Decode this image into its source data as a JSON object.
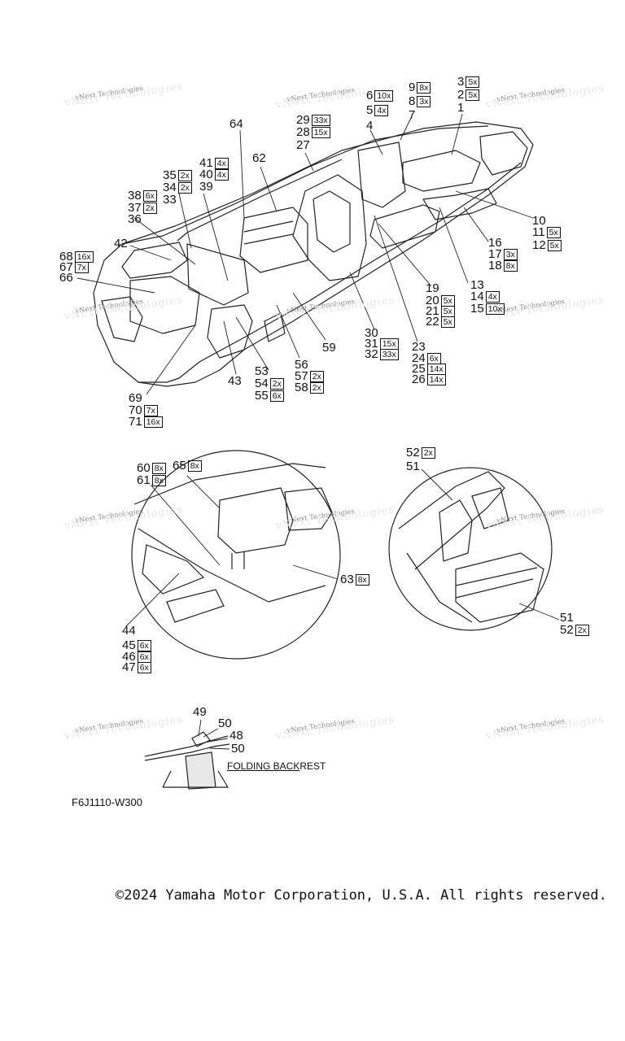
{
  "diagram_code": "F6J1110-W300",
  "folding_label": {
    "underlined": "FOLDING BACK",
    "rest": "REST"
  },
  "copyright": "©2024 Yamaha Motor Corporation, U.S.A. All rights reserved.",
  "watermark_text": "vNext Technologies",
  "callouts": [
    {
      "num": "9",
      "qty": "8x"
    },
    {
      "num": "8",
      "qty": "3x"
    },
    {
      "num": "7",
      "qty": ""
    },
    {
      "num": "6",
      "qty": "10x"
    },
    {
      "num": "5",
      "qty": "4x"
    },
    {
      "num": "4",
      "qty": ""
    },
    {
      "num": "3",
      "qty": "5x"
    },
    {
      "num": "2",
      "qty": "5x"
    },
    {
      "num": "1",
      "qty": ""
    },
    {
      "num": "29",
      "qty": "33x"
    },
    {
      "num": "28",
      "qty": "15x"
    },
    {
      "num": "27",
      "qty": ""
    },
    {
      "num": "64",
      "qty": ""
    },
    {
      "num": "62",
      "qty": ""
    },
    {
      "num": "41",
      "qty": "4x"
    },
    {
      "num": "40",
      "qty": "4x"
    },
    {
      "num": "39",
      "qty": ""
    },
    {
      "num": "35",
      "qty": "2x"
    },
    {
      "num": "34",
      "qty": "2x"
    },
    {
      "num": "33",
      "qty": ""
    },
    {
      "num": "38",
      "qty": "6x"
    },
    {
      "num": "37",
      "qty": "2x"
    },
    {
      "num": "36",
      "qty": ""
    },
    {
      "num": "42",
      "qty": ""
    },
    {
      "num": "68",
      "qty": "16x"
    },
    {
      "num": "67",
      "qty": "7x"
    },
    {
      "num": "66",
      "qty": ""
    },
    {
      "num": "10",
      "qty": ""
    },
    {
      "num": "11",
      "qty": "5x"
    },
    {
      "num": "12",
      "qty": "5x"
    },
    {
      "num": "16",
      "qty": ""
    },
    {
      "num": "17",
      "qty": "3x"
    },
    {
      "num": "18",
      "qty": "8x"
    },
    {
      "num": "13",
      "qty": ""
    },
    {
      "num": "14",
      "qty": "4x"
    },
    {
      "num": "15",
      "qty": "10x"
    },
    {
      "num": "19",
      "qty": ""
    },
    {
      "num": "20",
      "qty": "5x"
    },
    {
      "num": "21",
      "qty": "5x"
    },
    {
      "num": "22",
      "qty": "5x"
    },
    {
      "num": "30",
      "qty": ""
    },
    {
      "num": "31",
      "qty": "15x"
    },
    {
      "num": "32",
      "qty": "33x"
    },
    {
      "num": "23",
      "qty": ""
    },
    {
      "num": "24",
      "qty": "6x"
    },
    {
      "num": "25",
      "qty": "14x"
    },
    {
      "num": "26",
      "qty": "14x"
    },
    {
      "num": "59",
      "qty": ""
    },
    {
      "num": "56",
      "qty": ""
    },
    {
      "num": "57",
      "qty": "2x"
    },
    {
      "num": "58",
      "qty": "2x"
    },
    {
      "num": "53",
      "qty": ""
    },
    {
      "num": "54",
      "qty": "2x"
    },
    {
      "num": "55",
      "qty": "6x"
    },
    {
      "num": "43",
      "qty": ""
    },
    {
      "num": "69",
      "qty": ""
    },
    {
      "num": "70",
      "qty": "7x"
    },
    {
      "num": "71",
      "qty": "16x"
    },
    {
      "num": "60",
      "qty": "8x"
    },
    {
      "num": "61",
      "qty": "8x"
    },
    {
      "num": "65",
      "qty": "8x"
    },
    {
      "num": "63",
      "qty": "8x"
    },
    {
      "num": "44",
      "qty": ""
    },
    {
      "num": "45",
      "qty": "6x"
    },
    {
      "num": "46",
      "qty": "6x"
    },
    {
      "num": "47",
      "qty": "6x"
    },
    {
      "num": "52",
      "qty": "2x"
    },
    {
      "num": "51",
      "qty": ""
    },
    {
      "num": "51",
      "qty": ""
    },
    {
      "num": "52",
      "qty": "2x"
    },
    {
      "num": "49",
      "qty": ""
    },
    {
      "num": "50",
      "qty": ""
    },
    {
      "num": "48",
      "qty": ""
    },
    {
      "num": "50",
      "qty": ""
    }
  ]
}
